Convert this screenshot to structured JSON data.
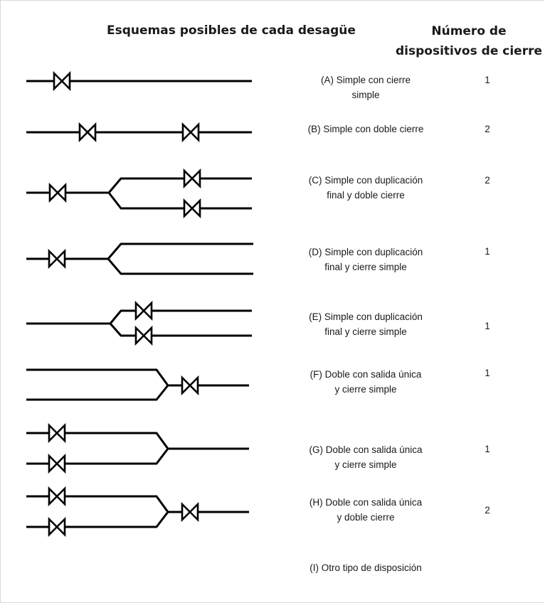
{
  "header": {
    "left_title": "Esquemas posibles de cada desagüe",
    "right_title_line1": "Número de",
    "right_title_line2": "dispositivos de cierre"
  },
  "rows": [
    {
      "label_line1": "(A) Simple con cierre",
      "label_line2": "simple",
      "count": "1"
    },
    {
      "label_line1": "(B) Simple con doble cierre",
      "label_line2": "",
      "count": "2"
    },
    {
      "label_line1": "(C) Simple con duplicación",
      "label_line2": "final y doble cierre",
      "count": "2"
    },
    {
      "label_line1": "(D) Simple con duplicación",
      "label_line2": "final y cierre simple",
      "count": "1"
    },
    {
      "label_line1": "(E) Simple con duplicación",
      "label_line2": "final y cierre simple",
      "count": "1"
    },
    {
      "label_line1": "(F) Doble con salida única",
      "label_line2": "y cierre simple",
      "count": "1"
    },
    {
      "label_line1": "(G) Doble con salida única",
      "label_line2": "y cierre simple",
      "count": "1"
    },
    {
      "label_line1": "(H) Doble con salida única",
      "label_line2": "y doble cierre",
      "count": "2"
    },
    {
      "label_line1": "(I) Otro tipo de disposición",
      "label_line2": "",
      "count": ""
    }
  ],
  "colors": {
    "line": "#000000",
    "text": "#1a1a1a"
  }
}
